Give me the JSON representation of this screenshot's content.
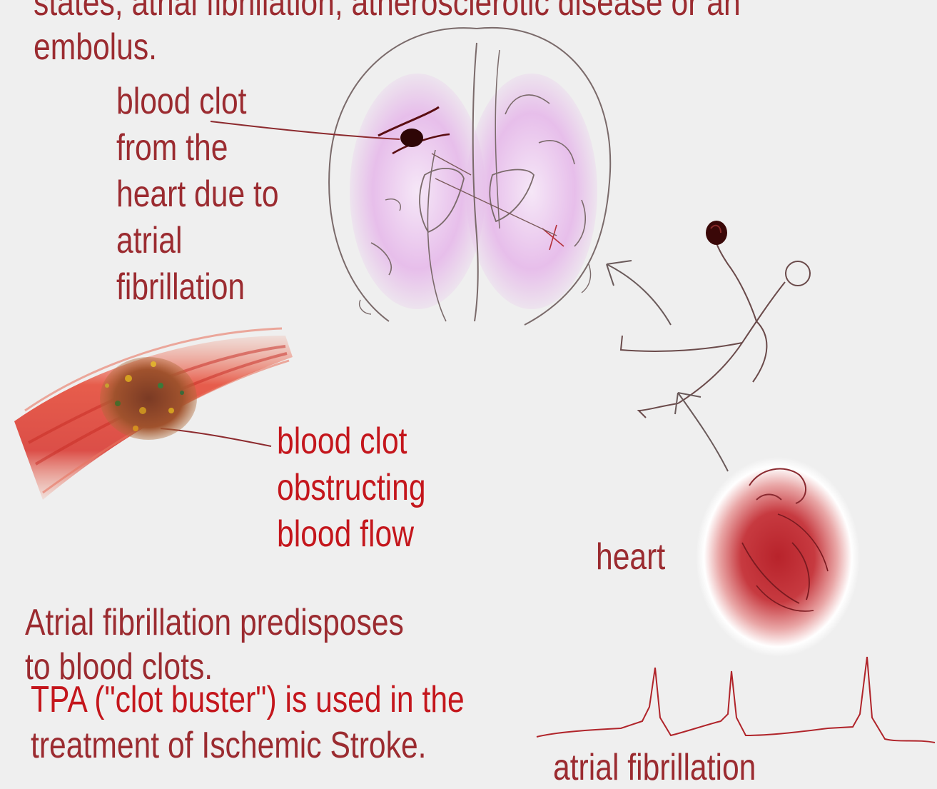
{
  "intro": {
    "line1": "states, atrial fibrillation, atherosclerotic disease or an",
    "line2": "embolus."
  },
  "labels": {
    "brain_clot": [
      "blood clot",
      "from the",
      "heart due to",
      "atrial",
      "fibrillation"
    ],
    "vessel_clot": [
      "blood clot",
      "obstructing",
      "blood flow"
    ],
    "heart": "heart",
    "ecg": "atrial fibrillation"
  },
  "notes": {
    "afib_line1": "Atrial fibrillation predisposes",
    "afib_line2": "to blood clots.",
    "tpa_line1": "TPA (\"clot buster\") is used in the",
    "tpa_line2": "treatment of Ischemic Stroke."
  },
  "colors": {
    "background": "#efefef",
    "text_maroon": "#9b2b30",
    "text_red": "#c4161c",
    "clot": "#3a0a0a",
    "brain_tint": "#e2b4e6",
    "vessel": "#e03a2a"
  }
}
